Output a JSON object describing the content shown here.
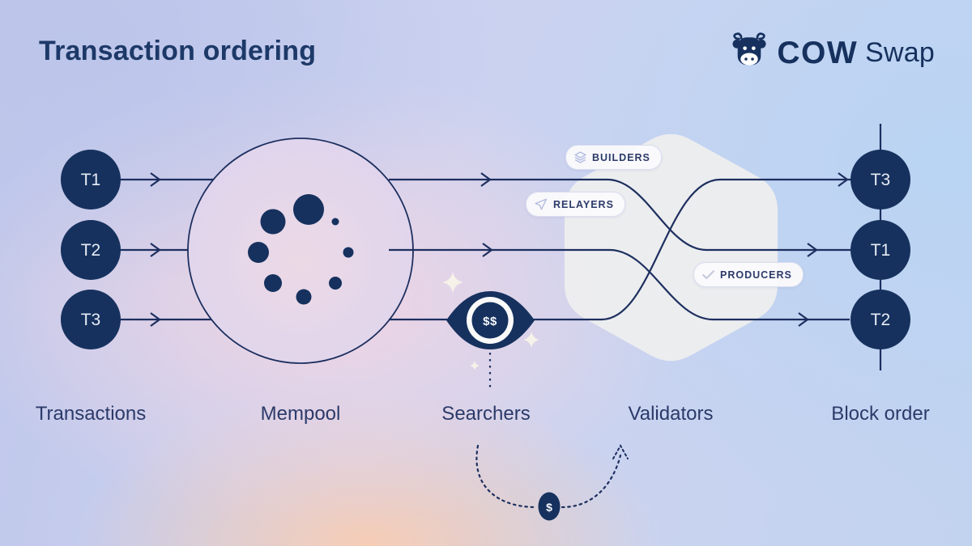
{
  "title": "Transaction ordering",
  "logo": {
    "brand": "COW",
    "suffix": "Swap"
  },
  "diagram": {
    "input_nodes": [
      "T1",
      "T2",
      "T3"
    ],
    "output_nodes": [
      "T3",
      "T1",
      "T2"
    ],
    "stage_labels": [
      "Transactions",
      "Mempool",
      "Searchers",
      "Validators",
      "Block order"
    ],
    "pills": [
      {
        "label": "BUILDERS",
        "icon": "layers-icon"
      },
      {
        "label": "RELAYERS",
        "icon": "paper-plane-icon"
      },
      {
        "label": "PRODUCERS",
        "icon": "check-icon"
      }
    ],
    "searcher_badge": "$$",
    "tip_coin": "$"
  },
  "colors": {
    "navy": "#16315e",
    "line": "#1d2f5f",
    "hexagon": "#ededee",
    "mempool_fill": "#ead9e9",
    "pill_icon": "#b7bfe3",
    "sparkle": "#f6f2e9"
  }
}
